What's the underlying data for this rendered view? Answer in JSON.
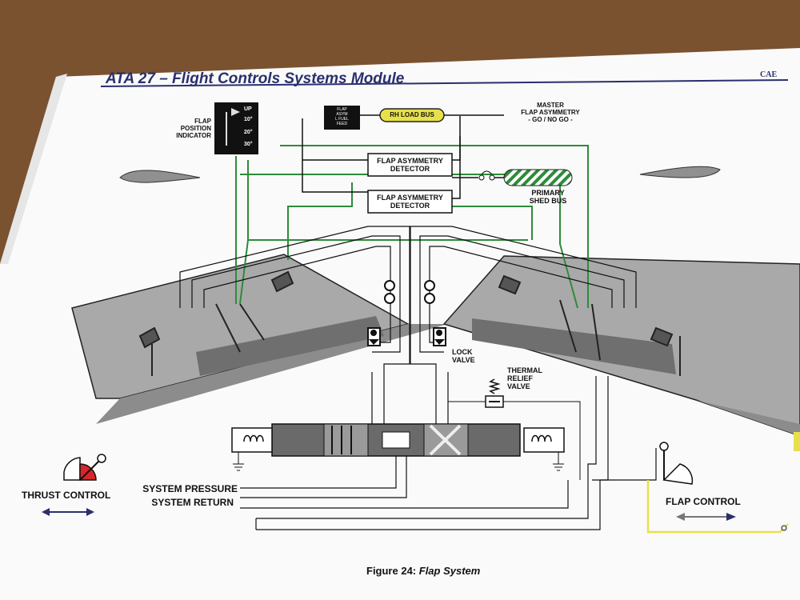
{
  "header": {
    "title": "ATA 27 – Flight Controls Systems Module",
    "logo": "CAE"
  },
  "indicator": {
    "label": "FLAP\nPOSITION\nINDICATOR",
    "marks": [
      "UP",
      "10°",
      "20°",
      "30°"
    ]
  },
  "asym_light": {
    "label": "FLAP\nASYM\nL FUEL\nFEED"
  },
  "buses": {
    "rh_load": "RH LOAD BUS",
    "primary_shed": "PRIMARY\nSHED BUS"
  },
  "master_asym": "MASTER\nFLAP ASYMMETRY\n- GO / NO GO -",
  "detectors": [
    {
      "label": "FLAP ASYMMETRY\nDETECTOR"
    },
    {
      "label": "FLAP ASYMMETRY\nDETECTOR"
    }
  ],
  "valves": {
    "lock": "LOCK\nVALVE",
    "thermal": "THERMAL\nRELIEF\nVALVE"
  },
  "controls": {
    "thrust": "THRUST CONTROL",
    "flap": "FLAP CONTROL"
  },
  "lines": {
    "pressure": "SYSTEM PRESSURE",
    "return": "SYSTEM RETURN"
  },
  "caption": {
    "figure": "Figure 24:",
    "title": "Flap System"
  },
  "colors": {
    "wire_green": "#2e8b3a",
    "bus_yellow": "#e8e04a",
    "thrust_red": "#d8252a",
    "arrow_blue": "#2a2f6e",
    "wing_gray": "#a9a9a9"
  }
}
